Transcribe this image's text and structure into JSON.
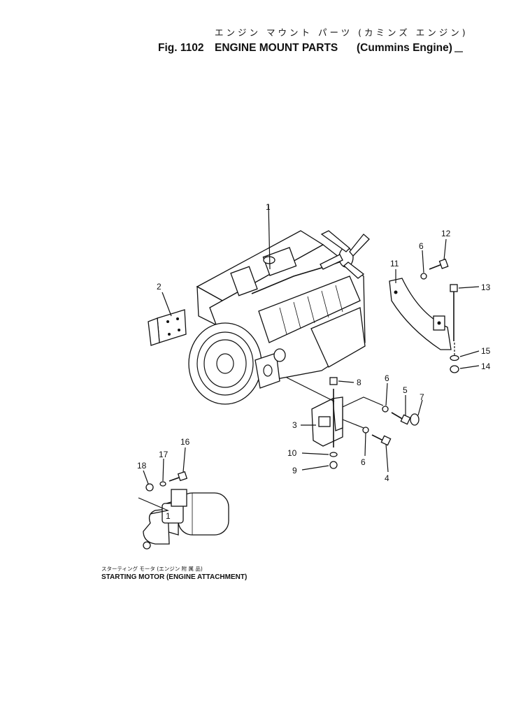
{
  "title": {
    "japanese": "エンジン マウント パーツ (カミンズ エンジン)",
    "fig_label": "Fig. 1102",
    "english": "ENGINE MOUNT PARTS",
    "subtitle": "(Cummins Engine)"
  },
  "caption": {
    "japanese": "スターティング モータ (エンジン 附 属 品)",
    "english": "STARTING MOTOR (ENGINE ATTACHMENT)"
  },
  "callouts": [
    {
      "id": "c1",
      "label": "1"
    },
    {
      "id": "c2",
      "label": "2"
    },
    {
      "id": "c3",
      "label": "3"
    },
    {
      "id": "c4",
      "label": "4"
    },
    {
      "id": "c5",
      "label": "5"
    },
    {
      "id": "c6a",
      "label": "6"
    },
    {
      "id": "c6b",
      "label": "6"
    },
    {
      "id": "c6c",
      "label": "6"
    },
    {
      "id": "c7",
      "label": "7"
    },
    {
      "id": "c8",
      "label": "8"
    },
    {
      "id": "c9",
      "label": "9"
    },
    {
      "id": "c10",
      "label": "10"
    },
    {
      "id": "c11",
      "label": "11"
    },
    {
      "id": "c12",
      "label": "12"
    },
    {
      "id": "c13",
      "label": "13"
    },
    {
      "id": "c14",
      "label": "14"
    },
    {
      "id": "c15",
      "label": "15"
    },
    {
      "id": "c16",
      "label": "16"
    },
    {
      "id": "c17",
      "label": "17"
    },
    {
      "id": "c18",
      "label": "18"
    },
    {
      "id": "c1s",
      "label": "1"
    }
  ]
}
